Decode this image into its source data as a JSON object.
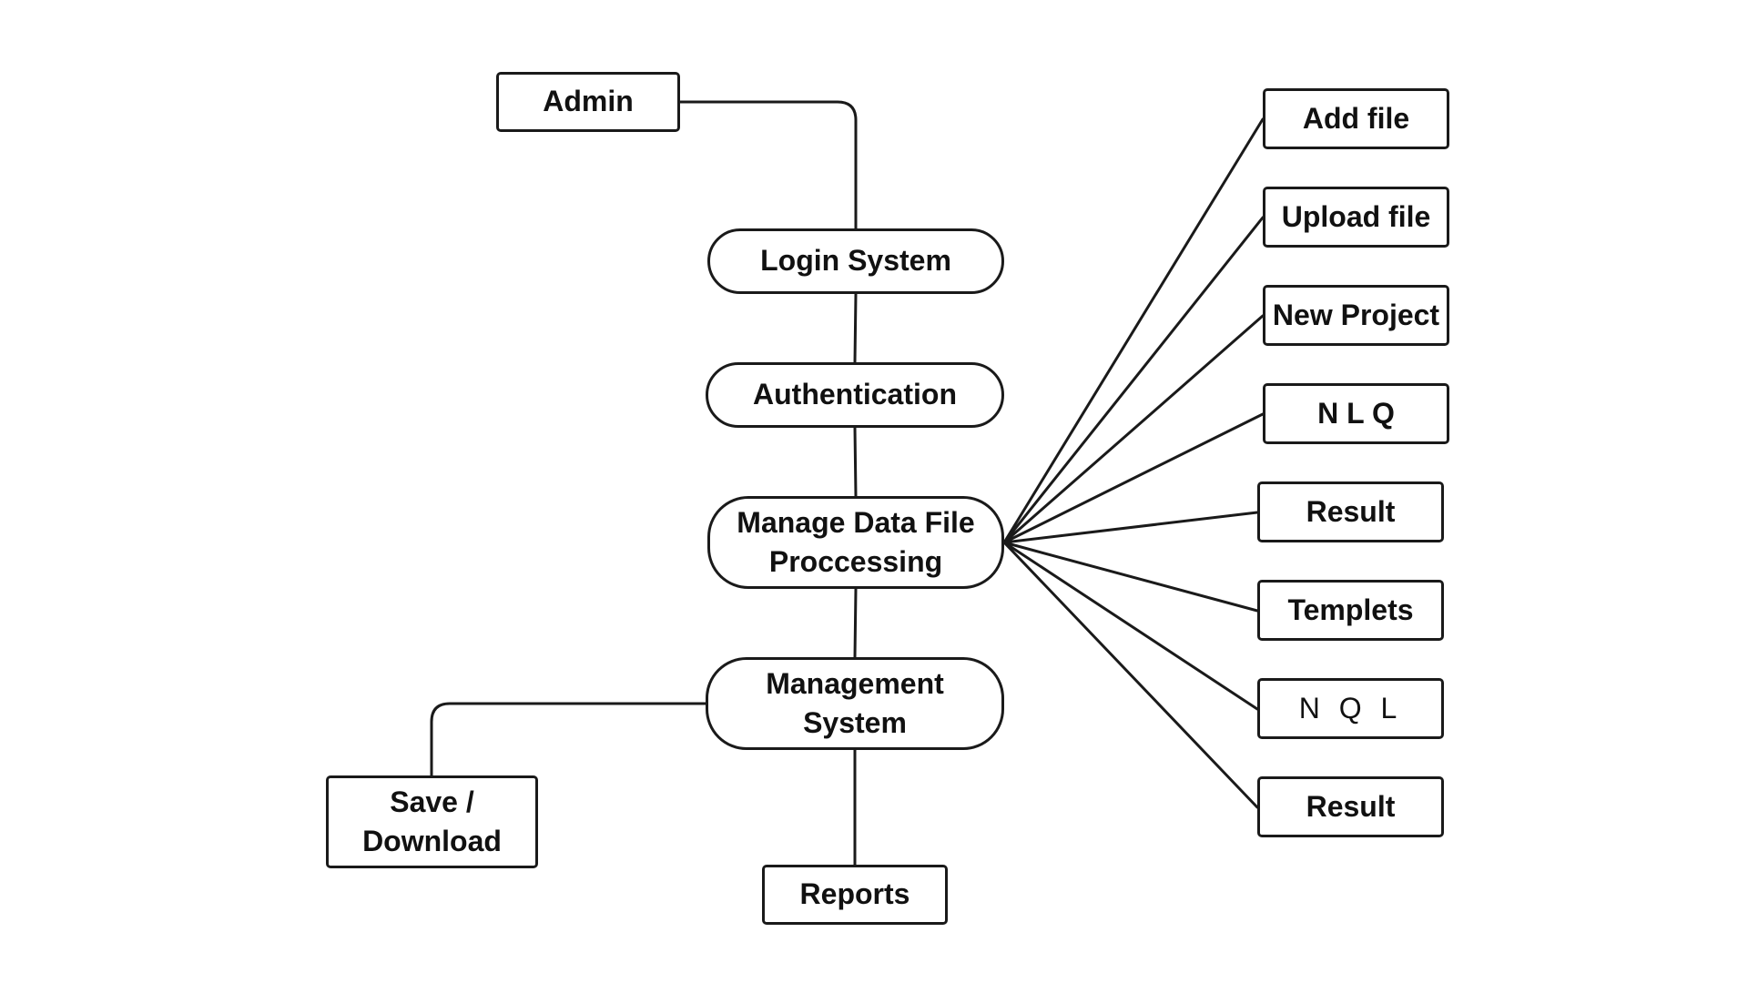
{
  "nodes": {
    "admin": "Admin",
    "login_system": "Login System",
    "authentication": "Authentication",
    "manage_data_file": "Manage Data File\nProccessing",
    "management_system": "Management\nSystem",
    "save_download": "Save /\nDownload",
    "reports": "Reports",
    "add_file": "Add file",
    "upload_file": "Upload file",
    "new_project": "New Project",
    "nlq": "N L Q",
    "result_1": "Result",
    "templets": "Templets",
    "nql": "N Q L",
    "result_2": "Result"
  },
  "colors": {
    "stroke": "#1a1a1a",
    "text": "#111111",
    "background": "#ffffff"
  }
}
